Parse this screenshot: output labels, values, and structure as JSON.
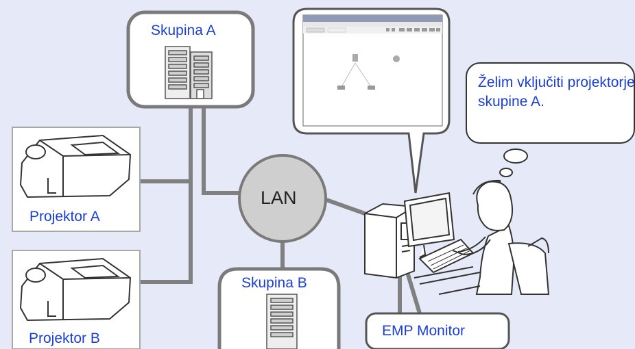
{
  "nodes": {
    "group_a": "Skupina A",
    "group_b": "Skupina B",
    "projector_a": "Projektor A",
    "projector_b": "Projektor B",
    "lan": "LAN",
    "emp_monitor": "EMP Monitor"
  },
  "thought_bubble": {
    "text": "Želim vključiti projektorje skupine A."
  },
  "colors": {
    "background": "#e6e9f7",
    "label_text": "#1a3fd6",
    "connector": "#808080",
    "box_border": "#7a7a7a"
  }
}
